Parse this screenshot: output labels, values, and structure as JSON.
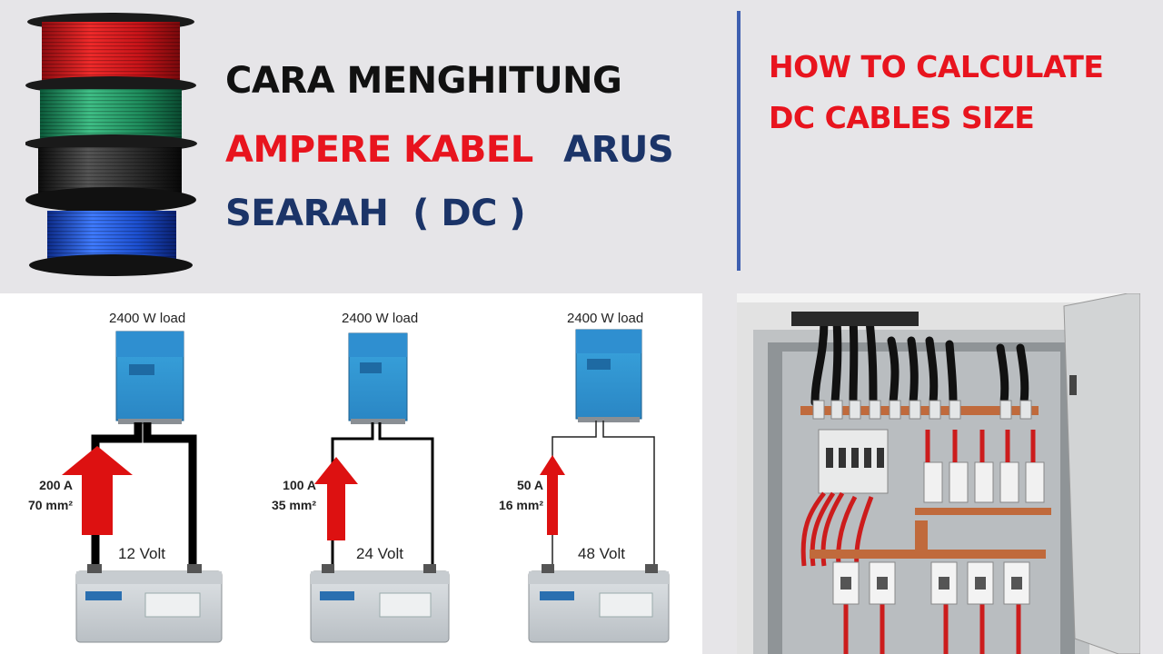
{
  "title": {
    "line1": "CARA MENGHITUNG",
    "line2_red": "AMPERE KABEL",
    "line2_blue": "ARUS",
    "line3": "SEARAH  ( DC )"
  },
  "english_title": {
    "line1": "HOW TO CALCULATE",
    "line2": "DC CABLES SIZE"
  },
  "colors": {
    "title_black": "#111111",
    "title_red": "#e8141e",
    "title_blue": "#1b3468",
    "divider": "#3e5fb0",
    "arrow_red": "#dd1111"
  },
  "diagrams": [
    {
      "load": "2400 W load",
      "volt": "12 Volt",
      "amps": "200 A",
      "size": "70 mm²"
    },
    {
      "load": "2400 W load",
      "volt": "24 Volt",
      "amps": "100 A",
      "size": "35 mm²"
    },
    {
      "load": "2400 W load",
      "volt": "48 Volt",
      "amps": "50 A",
      "size": "16 mm²"
    }
  ]
}
